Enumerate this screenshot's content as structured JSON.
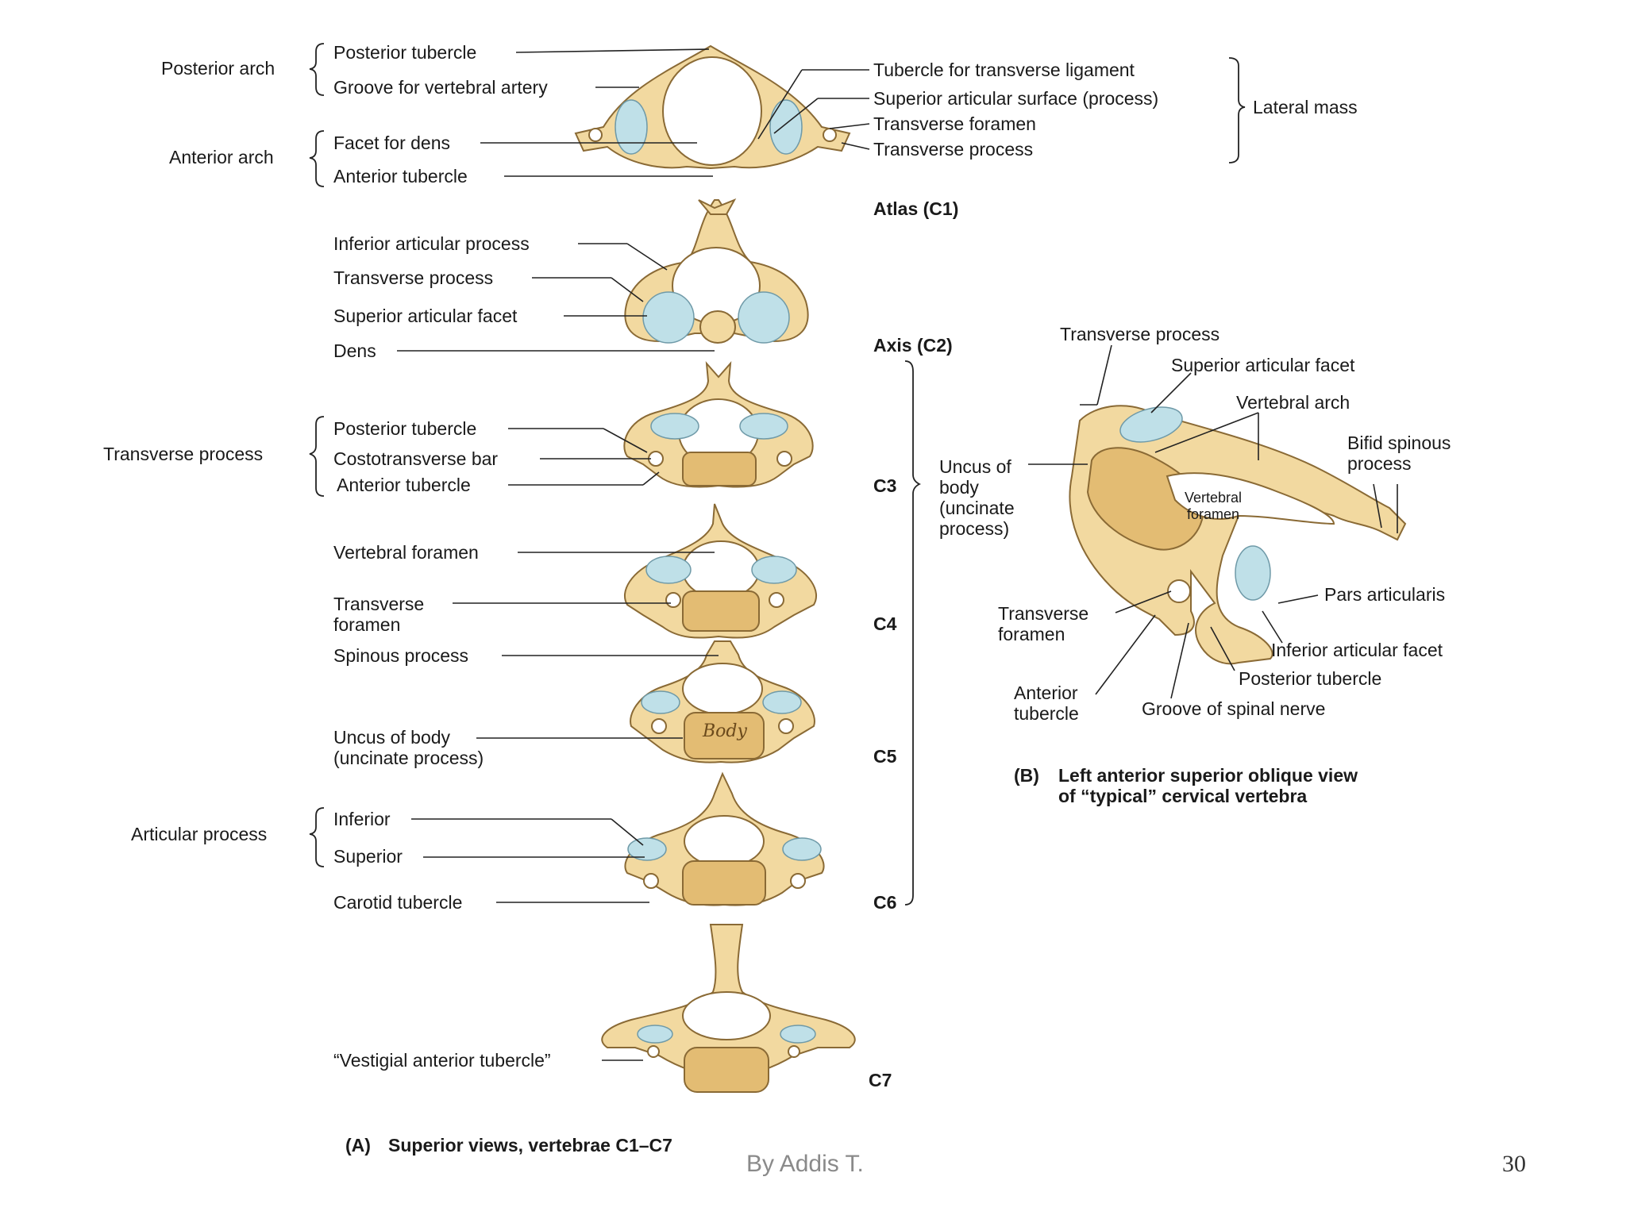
{
  "panel_a": {
    "caption_tag": "(A)",
    "caption": "Superior views, vertebrae C1–C7",
    "vertebra_labels": [
      "Atlas (C1)",
      "Axis (C2)",
      "C3",
      "C4",
      "C5",
      "C6",
      "C7"
    ],
    "groups": {
      "posterior_arch": "Posterior arch",
      "anterior_arch": "Anterior arch",
      "transverse_process": "Transverse process",
      "articular_process": "Articular process",
      "lateral_mass": "Lateral mass"
    },
    "labels": {
      "posterior_tubercle_c1": "Posterior tubercle",
      "groove_vertebral_artery": "Groove for vertebral artery",
      "facet_for_dens": "Facet for dens",
      "anterior_tubercle_c1": "Anterior tubercle",
      "tubercle_transverse_ligament": "Tubercle for transverse ligament",
      "superior_articular_surface": "Superior articular surface (process)",
      "transverse_foramen_c1": "Transverse foramen",
      "transverse_process_c1": "Transverse process",
      "inferior_articular_process": "Inferior articular process",
      "transverse_process_c2": "Transverse process",
      "superior_articular_facet_c2": "Superior articular facet",
      "dens": "Dens",
      "posterior_tubercle_c3": "Posterior tubercle",
      "costotransverse_bar": "Costotransverse bar",
      "anterior_tubercle_c3": "Anterior tubercle",
      "vertebral_foramen": "Vertebral foramen",
      "transverse_foramen_c4": "Transverse\nforamen",
      "spinous_process": "Spinous process",
      "uncus_of_body": "Uncus of body\n(uncinate process)",
      "inferior": "Inferior",
      "superior": "Superior",
      "carotid_tubercle": "Carotid tubercle",
      "vestigial_anterior_tubercle": "“Vestigial anterior tubercle”",
      "body_inscription": "Body"
    }
  },
  "panel_b": {
    "caption_tag": "(B)",
    "caption": "Left anterior superior oblique view\nof “typical” cervical vertebra",
    "labels": {
      "transverse_process": "Transverse process",
      "superior_articular_facet": "Superior articular facet",
      "vertebral_arch": "Vertebral arch",
      "bifid_spinous_process": "Bifid spinous\nprocess",
      "uncus_of_body": "Uncus of\nbody\n(uncinate\nprocess)",
      "vertebral_foramen": "Vertebral\nforamen",
      "transverse_foramen": "Transverse\nforamen",
      "pars_articularis": "Pars articularis",
      "inferior_articular_facet": "Inferior articular facet",
      "posterior_tubercle": "Posterior tubercle",
      "anterior_tubercle": "Anterior\ntubercle",
      "groove_of_spinal_nerve": "Groove of spinal nerve"
    }
  },
  "footer": {
    "author": "By Addis T.",
    "page_number": "30"
  },
  "colors": {
    "bone": "#f2d9a0",
    "bone_outline": "#8a6a35",
    "cartilage": "#bfe0e8",
    "leader": "#222222",
    "footer_text": "#8a8a8a"
  }
}
